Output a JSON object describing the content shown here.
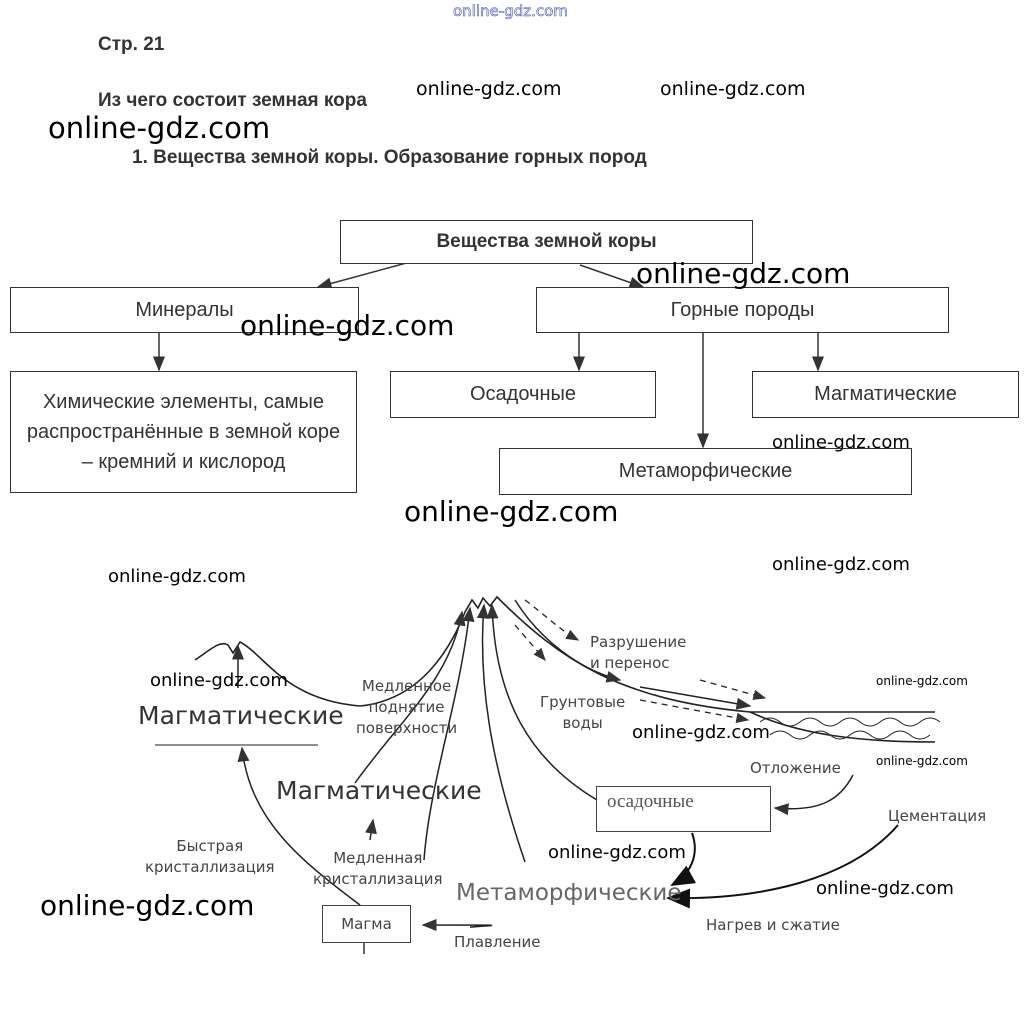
{
  "watermark": "online-gdz.com",
  "page_label": "Стр. 21",
  "section_title": "Из чего состоит земная кора",
  "task_title": "1.  Вещества земной коры. Образование горных пород",
  "scheme": {
    "root": "Вещества земной коры",
    "minerals": "Минералы",
    "minerals_desc": "Химические элементы, самые распространённые в земной коре – кремний и кислород",
    "rocks": "Горные породы",
    "sedimentary": "Осадочные",
    "magmatic": "Магматические",
    "metamorphic": "Метаморфические"
  },
  "cycle": {
    "destruction": "Разрушение\nи перенос",
    "groundwater": "Грунтовые\nводы",
    "slow_uplift": "Медленное\nподнятие\nповерхности",
    "magmatic_top": "Магматические",
    "magmatic_mid": "Магматические",
    "sedimentary": "осадочные",
    "deposition": "Отложение",
    "cementation": "Цементация",
    "fast_cryst": "Быстрая\nкристаллизация",
    "slow_cryst": "Медленная\nкристаллизация",
    "metamorphic": "Метаморфические",
    "magma": "Магма",
    "melting": "Плавление",
    "heat_pressure": "Нагрев и сжатие"
  }
}
